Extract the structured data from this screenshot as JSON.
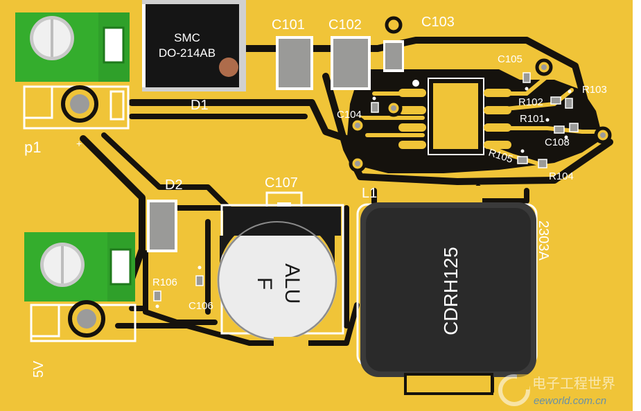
{
  "board": {
    "colors": {
      "copper": "#f0c438",
      "copper_edge": "#d9a925",
      "mask_dark": "#15120d",
      "silk": "#ffffff",
      "terminal_green": "#2fa02a",
      "component_grey": "#9a9a98",
      "capacitor_body": "#e6e6e6",
      "inductor_body": "#3a3a3a"
    }
  },
  "labels": {
    "d1_package_line1": "SMC",
    "d1_package_line2": "DO-214AB",
    "d1": "D1",
    "c101": "C101",
    "c102": "C102",
    "c103": "C103",
    "c105": "C105",
    "c104": "C104",
    "r102": "R102",
    "r103": "R103",
    "r101": "R101",
    "c108": "C108",
    "r105": "R105",
    "r104": "R104",
    "p1": "p1",
    "p1_plus": "+",
    "d2": "D2",
    "c107": "C107",
    "l1": "L1",
    "r106": "R106",
    "c106": "C106",
    "cap_marking_line1": "ALU",
    "cap_marking_line2": "F",
    "inductor_marking": "CDRH125",
    "ic_marking": "2303A",
    "input_5v": "5V"
  },
  "watermark": {
    "cn_text": "电子工程世界",
    "url_text": "eeworld.com.cn"
  }
}
